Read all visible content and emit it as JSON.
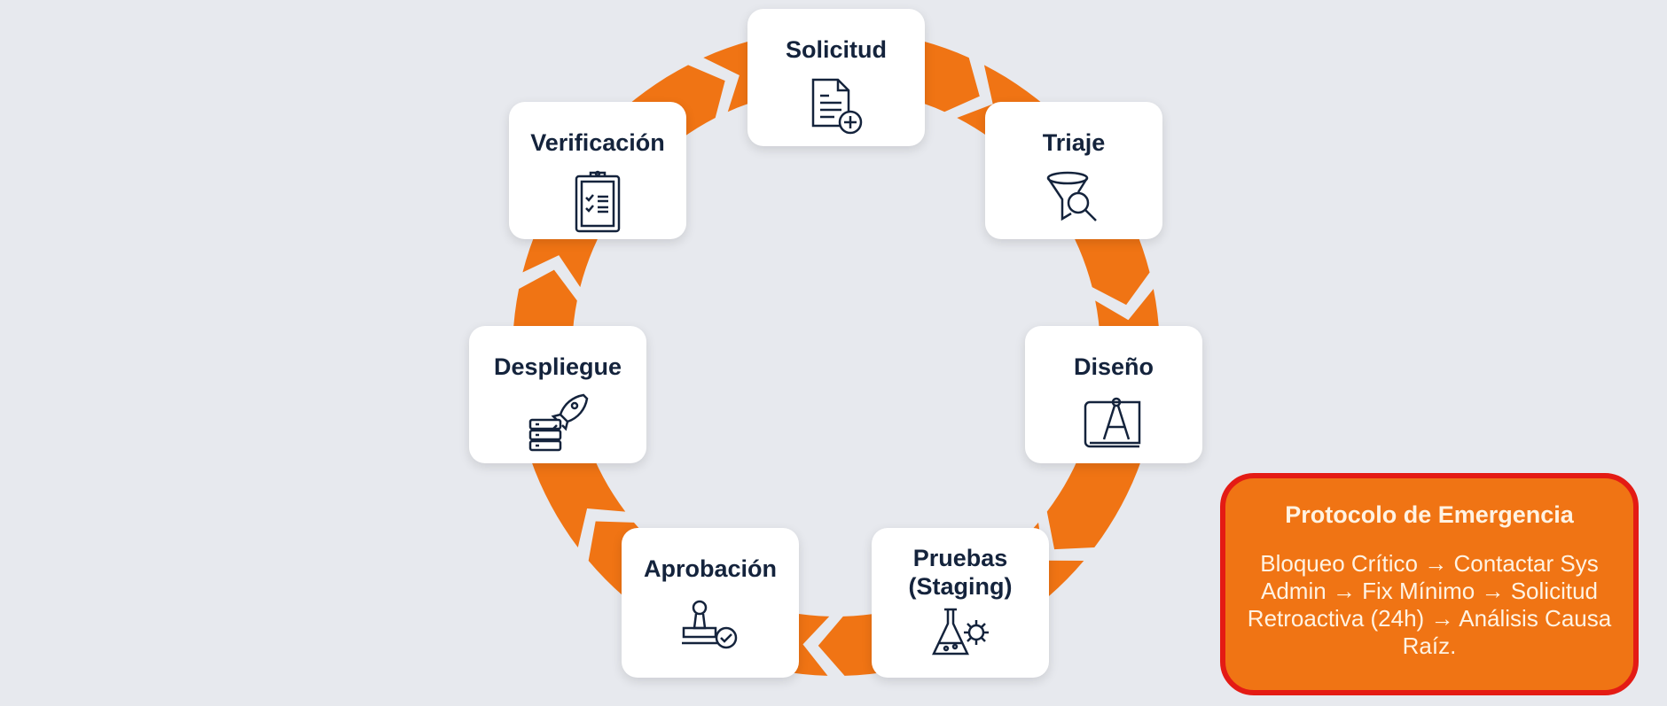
{
  "colors": {
    "ring": "#f07414",
    "background": "#e7e9ee",
    "icon": "#14233c",
    "emergency_fill": "#f07414",
    "emergency_border": "#e41b14"
  },
  "cycle": [
    {
      "label": "Solicitud",
      "icon": "document-add-icon"
    },
    {
      "label": "Triaje",
      "icon": "funnel-search-icon"
    },
    {
      "label": "Diseño",
      "icon": "blueprint-compass-icon"
    },
    {
      "label": "Pruebas (Staging)",
      "icon": "flask-gear-icon"
    },
    {
      "label": "Aprobación",
      "icon": "stamp-check-icon"
    },
    {
      "label": "Despliegue",
      "icon": "rocket-server-icon"
    },
    {
      "label": "Verificación",
      "icon": "clipboard-check-icon"
    }
  ],
  "emergency": {
    "title": "Protocolo de Emergencia",
    "body": "Bloqueo Crítico → Contactar Sys Admin → Fix Mínimo → Solicitud Retroactiva (24h) → Análisis Causa Raíz."
  }
}
